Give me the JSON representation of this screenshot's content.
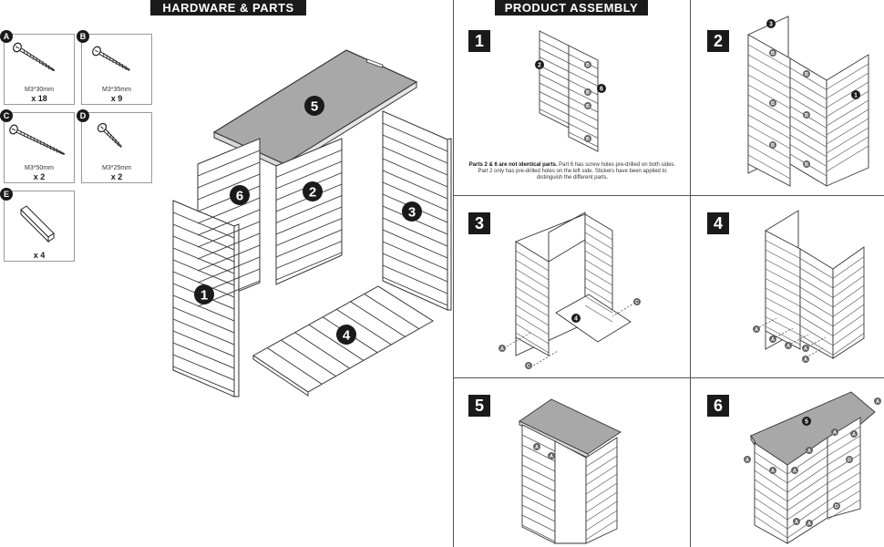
{
  "left": {
    "title": "HARDWARE & PARTS"
  },
  "right": {
    "title": "PRODUCT ASSEMBLY"
  },
  "hardware": [
    {
      "letter": "A",
      "size": "M3*30mm",
      "qty": "x 18",
      "icon": "screw-icon"
    },
    {
      "letter": "B",
      "size": "M3*35mm",
      "qty": "x 9",
      "icon": "screw-icon"
    },
    {
      "letter": "C",
      "size": "M3*50mm",
      "qty": "x 2",
      "icon": "screw-icon"
    },
    {
      "letter": "D",
      "size": "M3*25mm",
      "qty": "x 2",
      "icon": "screw-icon"
    },
    {
      "letter": "E",
      "size": "",
      "qty": "x 4",
      "icon": "wood-block-icon"
    }
  ],
  "parts": [
    "1",
    "2",
    "3",
    "4",
    "5",
    "6"
  ],
  "steps": [
    {
      "num": "1",
      "labels": [
        "2",
        "6",
        "B",
        "B",
        "B",
        "B"
      ]
    },
    {
      "num": "2",
      "labels": [
        "3",
        "1",
        "B",
        "B",
        "B",
        "B",
        "B",
        "B"
      ]
    },
    {
      "num": "3",
      "labels": [
        "4",
        "A",
        "C",
        "C"
      ]
    },
    {
      "num": "4",
      "labels": [
        "A",
        "A",
        "A",
        "A",
        "A"
      ]
    },
    {
      "num": "5",
      "labels": [
        "A",
        "A"
      ]
    },
    {
      "num": "6",
      "labels": [
        "5",
        "A",
        "A",
        "A",
        "A",
        "A",
        "A",
        "A",
        "D",
        "D",
        "A",
        "A"
      ]
    }
  ],
  "note": {
    "bold": "Parts 2 & 6 are not identical parts.",
    "text": " Part 6 has screw holes pre-drilled on both sides. Part 2 only has pre-drilled holes on the left side. Stickers have been applied to distinguish the different parts."
  },
  "colors": {
    "ink": "#1a1a1a",
    "line": "#555555",
    "panel": "#ffffff"
  }
}
